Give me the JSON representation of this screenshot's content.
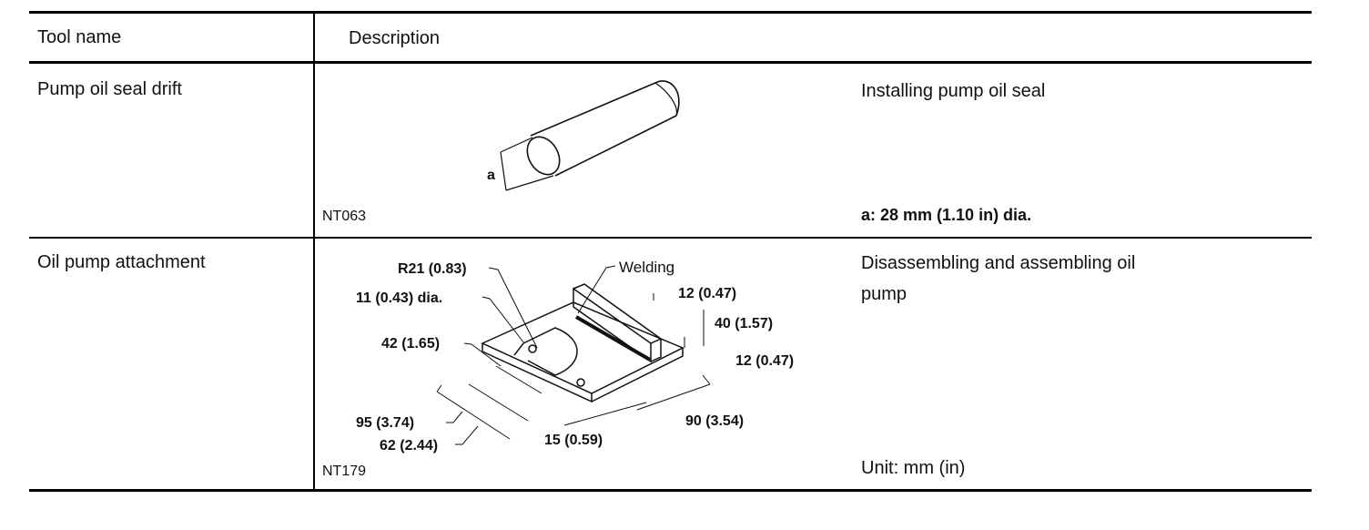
{
  "header": {
    "col_tool": "Tool name",
    "col_desc": "Description"
  },
  "rows": [
    {
      "tool_name": "Pump oil seal drift",
      "code": "NT063",
      "purpose": "Installing pump oil seal",
      "spec": "a: 28 mm (1.10 in) dia.",
      "diagram_labels": {
        "a": "a"
      }
    },
    {
      "tool_name": "Oil pump attachment",
      "code": "NT179",
      "purpose_line1": "Disassembling and assembling oil",
      "purpose_line2": "pump",
      "unit": "Unit: mm (in)",
      "diagram_labels": {
        "r21": "R21 (0.83)",
        "welding": "Welding",
        "dia11": "11 (0.43) dia.",
        "d12a": "12 (0.47)",
        "d40": "40 (1.57)",
        "d42": "42 (1.65)",
        "d12b": "12 (0.47)",
        "d95": "95 (3.74)",
        "d90": "90 (3.54)",
        "d62": "62 (2.44)",
        "d15": "15 (0.59)"
      }
    }
  ]
}
